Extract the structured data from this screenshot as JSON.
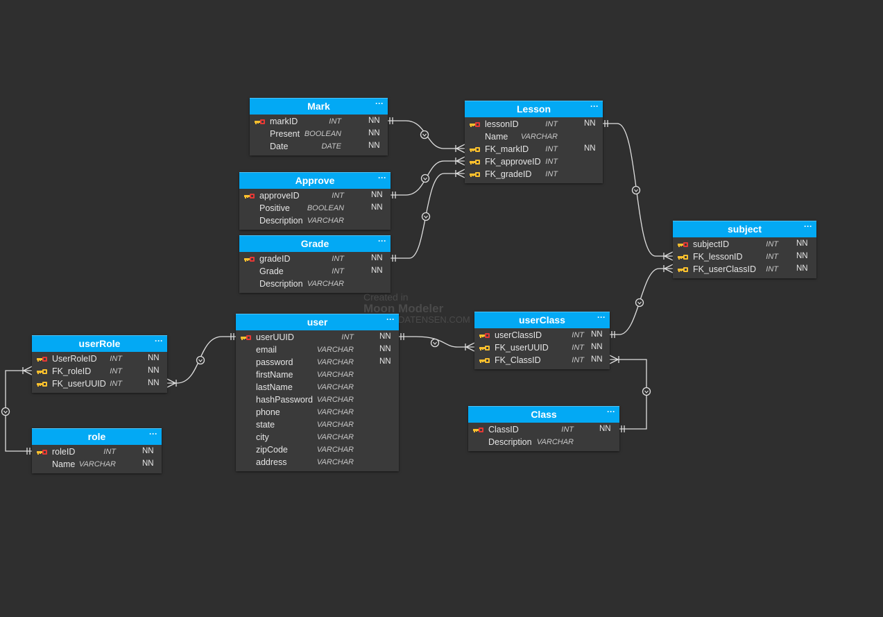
{
  "watermark": {
    "line1": "Created in",
    "line2": "Moon Modeler",
    "line3": "DATENSEN.COM"
  },
  "colors": {
    "background": "#2f2f2f",
    "header": "#03a9f4",
    "table_body": "#3a3a3a",
    "line": "#e0e0e0",
    "pk_key": "#e53935",
    "fk_key": "#fbc02d"
  },
  "tables": {
    "mark": {
      "name": "Mark",
      "menu": "···",
      "columns": [
        {
          "name": "markID",
          "type": "INT",
          "nn": "NN",
          "key": "pk"
        },
        {
          "name": "Present",
          "type": "BOOLEAN",
          "nn": "NN",
          "key": ""
        },
        {
          "name": "Date",
          "type": "DATE",
          "nn": "NN",
          "key": ""
        }
      ]
    },
    "approve": {
      "name": "Approve",
      "menu": "···",
      "columns": [
        {
          "name": "approveID",
          "type": "INT",
          "nn": "NN",
          "key": "pk"
        },
        {
          "name": "Positive",
          "type": "BOOLEAN",
          "nn": "NN",
          "key": ""
        },
        {
          "name": "Description",
          "type": "VARCHAR",
          "nn": "",
          "key": ""
        }
      ]
    },
    "grade": {
      "name": "Grade",
      "menu": "···",
      "columns": [
        {
          "name": "gradeID",
          "type": "INT",
          "nn": "NN",
          "key": "pk"
        },
        {
          "name": "Grade",
          "type": "INT",
          "nn": "NN",
          "key": ""
        },
        {
          "name": "Description",
          "type": "VARCHAR",
          "nn": "",
          "key": ""
        }
      ]
    },
    "lesson": {
      "name": "Lesson",
      "menu": "···",
      "columns": [
        {
          "name": "lessonID",
          "type": "INT",
          "nn": "NN",
          "key": "pk"
        },
        {
          "name": "Name",
          "type": "VARCHAR",
          "nn": "",
          "key": ""
        },
        {
          "name": "FK_markID",
          "type": "INT",
          "nn": "NN",
          "key": "fk"
        },
        {
          "name": "FK_approveID",
          "type": "INT",
          "nn": "",
          "key": "fk"
        },
        {
          "name": "FK_gradeID",
          "type": "INT",
          "nn": "",
          "key": "fk"
        }
      ]
    },
    "subject": {
      "name": "subject",
      "menu": "···",
      "columns": [
        {
          "name": "subjectID",
          "type": "INT",
          "nn": "NN",
          "key": "pk"
        },
        {
          "name": "FK_lessonID",
          "type": "INT",
          "nn": "NN",
          "key": "fk"
        },
        {
          "name": "FK_userClassID",
          "type": "INT",
          "nn": "NN",
          "key": "fk"
        }
      ]
    },
    "user": {
      "name": "user",
      "menu": "···",
      "columns": [
        {
          "name": "userUUID",
          "type": "INT",
          "nn": "NN",
          "key": "pk"
        },
        {
          "name": "email",
          "type": "VARCHAR",
          "nn": "NN",
          "key": ""
        },
        {
          "name": "password",
          "type": "VARCHAR",
          "nn": "NN",
          "key": ""
        },
        {
          "name": "firstName",
          "type": "VARCHAR",
          "nn": "",
          "key": ""
        },
        {
          "name": "lastName",
          "type": "VARCHAR",
          "nn": "",
          "key": ""
        },
        {
          "name": "hashPassword",
          "type": "VARCHAR",
          "nn": "",
          "key": ""
        },
        {
          "name": "phone",
          "type": "VARCHAR",
          "nn": "",
          "key": ""
        },
        {
          "name": "state",
          "type": "VARCHAR",
          "nn": "",
          "key": ""
        },
        {
          "name": "city",
          "type": "VARCHAR",
          "nn": "",
          "key": ""
        },
        {
          "name": "zipCode",
          "type": "VARCHAR",
          "nn": "",
          "key": ""
        },
        {
          "name": "address",
          "type": "VARCHAR",
          "nn": "",
          "key": ""
        }
      ]
    },
    "userClass": {
      "name": "userClass",
      "menu": "···",
      "columns": [
        {
          "name": "userClassID",
          "type": "INT",
          "nn": "NN",
          "key": "pk"
        },
        {
          "name": "FK_userUUID",
          "type": "INT",
          "nn": "NN",
          "key": "fk"
        },
        {
          "name": "FK_ClassID",
          "type": "INT",
          "nn": "NN",
          "key": "fk"
        }
      ]
    },
    "class": {
      "name": "Class",
      "menu": "···",
      "columns": [
        {
          "name": "ClassID",
          "type": "INT",
          "nn": "NN",
          "key": "pk"
        },
        {
          "name": "Description",
          "type": "VARCHAR",
          "nn": "",
          "key": ""
        }
      ]
    },
    "userRole": {
      "name": "userRole",
      "menu": "···",
      "columns": [
        {
          "name": "UserRoleID",
          "type": "INT",
          "nn": "NN",
          "key": "pk"
        },
        {
          "name": "FK_roleID",
          "type": "INT",
          "nn": "NN",
          "key": "fk"
        },
        {
          "name": "FK_userUUID",
          "type": "INT",
          "nn": "NN",
          "key": "fk"
        }
      ]
    },
    "role": {
      "name": "role",
      "menu": "···",
      "columns": [
        {
          "name": "roleID",
          "type": "INT",
          "nn": "NN",
          "key": "pk"
        },
        {
          "name": "Name",
          "type": "VARCHAR",
          "nn": "NN",
          "key": ""
        }
      ]
    }
  }
}
